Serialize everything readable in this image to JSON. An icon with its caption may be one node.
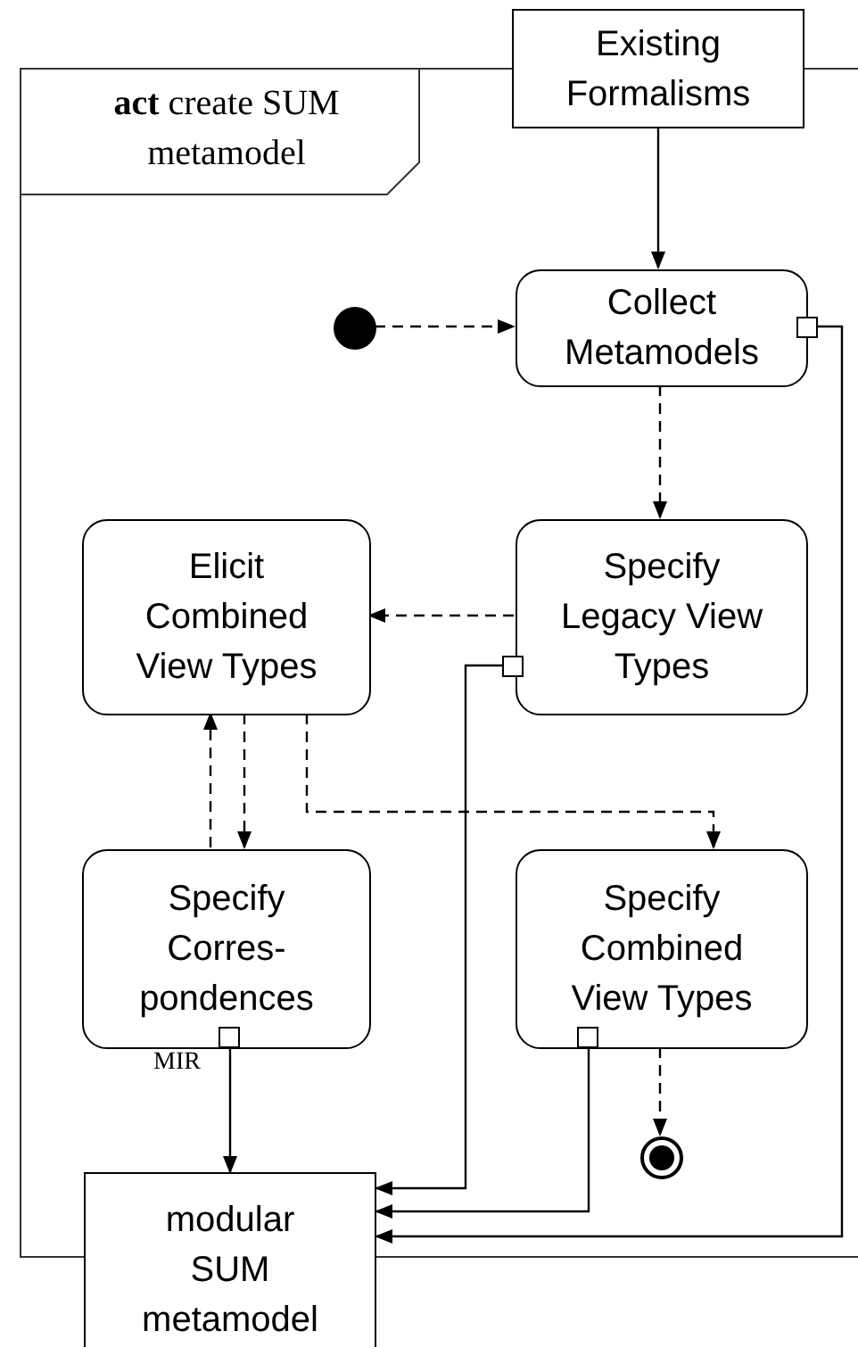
{
  "diagram": {
    "nodes": [
      {
        "text": [
          "**act** create SUM metamodel"
        ]
      },
      {
        "text": [
          "Existing Formalisms"
        ]
      },
      {
        "text": [],
        "shape": "circle",
        "in": 0
      },
      {
        "text": [
          "Collect Metamodels"
        ],
        "in": 0
      },
      {
        "text": [
          "Elicit Combined View Types"
        ],
        "in": 0
      },
      {
        "text": [
          "Specify Legacy View Types"
        ],
        "in": 0
      },
      {
        "text": [
          "Specify Corres- pondences"
        ],
        "in": 0,
        "beside": [
          "MIR"
        ]
      },
      {
        "text": [
          "Specify Combined View Types"
        ],
        "in": 0
      },
      {
        "text": [],
        "shape": "circle",
        "in": 0
      },
      {
        "text": [
          "modular SUM metamodel"
        ]
      }
    ],
    "edges": [
      {
        "from": 1,
        "to": 3,
        "arrow": "to"
      },
      {
        "from": 2,
        "to": 3,
        "arrow": "to",
        "style": "dashed"
      },
      {
        "from": 3,
        "to": 5,
        "arrow": "to",
        "style": "dashed"
      },
      {
        "from": 5,
        "to": 4,
        "arrow": "to",
        "style": "dashed"
      },
      {
        "from": 6,
        "to": 4,
        "arrow": "to",
        "style": "dashed"
      },
      {
        "from": 4,
        "to": 6,
        "arrow": "to",
        "style": "dashed"
      },
      {
        "from": 4,
        "to": 7,
        "arrow": "to",
        "style": "dashed"
      },
      {
        "from": 7,
        "to": 8,
        "arrow": "to",
        "style": "dashed"
      },
      {
        "from": 6,
        "to": 9,
        "arrow": "to"
      },
      {
        "from": 5,
        "to": 9,
        "arrow": "to"
      },
      {
        "from": 7,
        "to": 9,
        "arrow": "to"
      },
      {
        "from": 3,
        "to": 9,
        "arrow": "to"
      }
    ]
  }
}
